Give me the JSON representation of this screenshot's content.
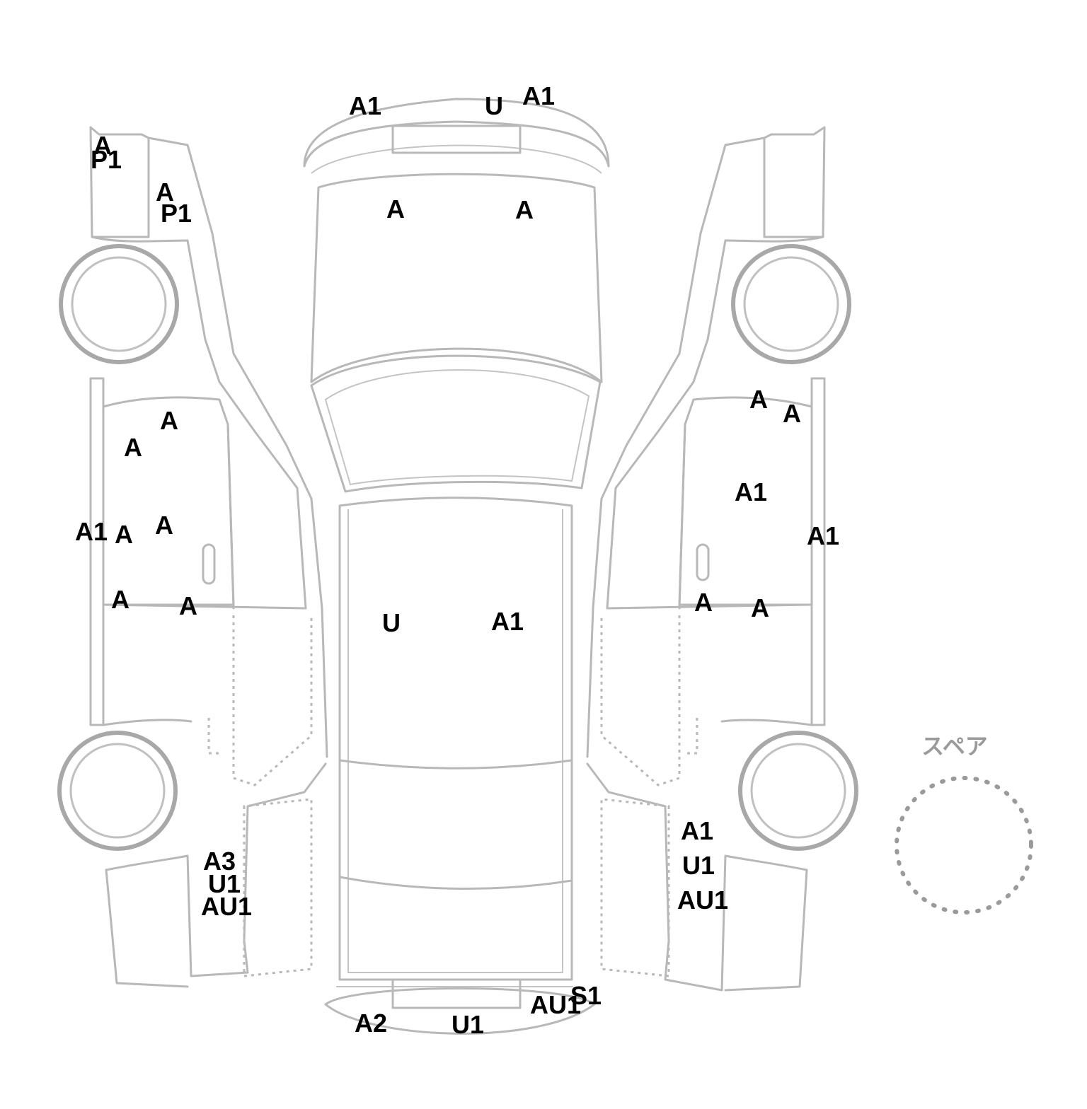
{
  "spare_label": "スペア",
  "marks": {
    "left_side": [
      "A",
      "P1",
      "A",
      "P1",
      "A",
      "A",
      "A1",
      "A",
      "A",
      "A",
      "A",
      "A3",
      "U1",
      "AU1"
    ],
    "top_view": [
      "A1",
      "U",
      "A1",
      "A",
      "A",
      "U",
      "A1",
      "A2",
      "U1",
      "AU1",
      "S1"
    ],
    "right_side": [
      "A",
      "A",
      "A1",
      "A1",
      "A",
      "A",
      "A1",
      "U1",
      "AU1"
    ]
  },
  "colors": {
    "outline": "#b8b8b8",
    "mark_text": "#000000"
  }
}
